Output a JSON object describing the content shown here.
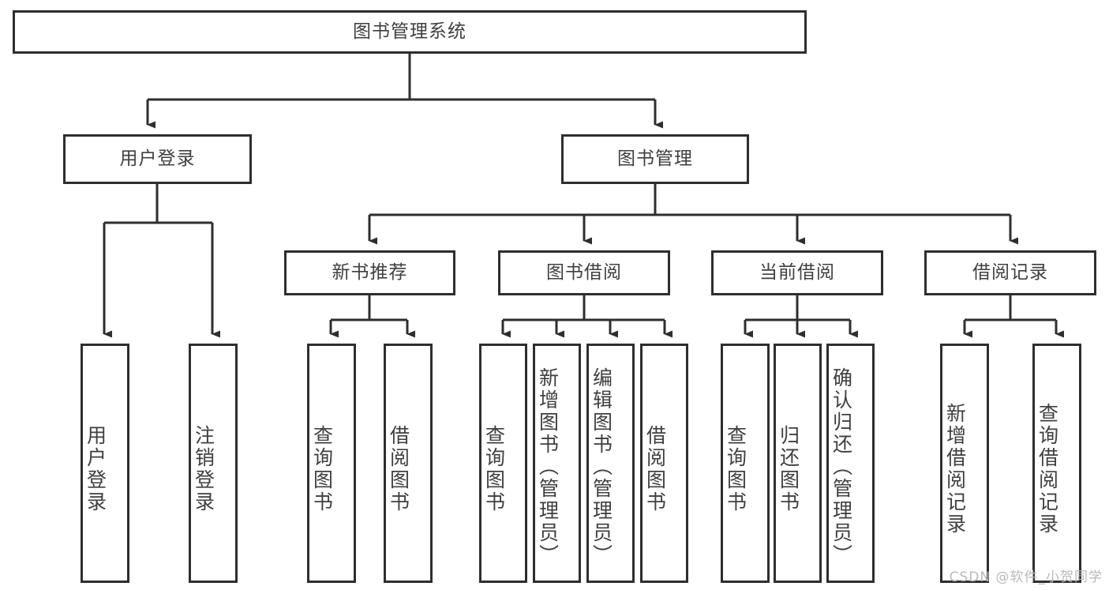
{
  "diagram": {
    "type": "tree-hierarchy-flowchart",
    "title": "图书管理系统",
    "watermark": "CSDN @软件_小贺同学",
    "colors": {
      "box_border": "#2e2e2e",
      "box_fill": "#ffffff",
      "text": "#3f3f3f",
      "connector": "#2e2e2e",
      "watermark": "#b9b9b9"
    },
    "root": {
      "label": "图书管理系统"
    },
    "level2": [
      {
        "label": "用户登录"
      },
      {
        "label": "图书管理"
      }
    ],
    "level3": [
      {
        "label": "新书推荐"
      },
      {
        "label": "图书借阅"
      },
      {
        "label": "当前借阅"
      },
      {
        "label": "借阅记录"
      }
    ],
    "leaves": {
      "user_login": [
        {
          "label": "用户登录"
        },
        {
          "label": "注销登录"
        }
      ],
      "new_book_recommend": [
        {
          "label": "查询图书"
        },
        {
          "label": "借阅图书"
        }
      ],
      "book_borrow": [
        {
          "label": "查询图书"
        },
        {
          "label": "新增图书（管理员）"
        },
        {
          "label": "编辑图书（管理员）"
        },
        {
          "label": "借阅图书"
        }
      ],
      "current_borrow": [
        {
          "label": "查询图书"
        },
        {
          "label": "归还图书"
        },
        {
          "label": "确认归还（管理员）"
        }
      ],
      "borrow_record": [
        {
          "label": "新增借阅记录"
        },
        {
          "label": "查询借阅记录"
        }
      ]
    }
  }
}
